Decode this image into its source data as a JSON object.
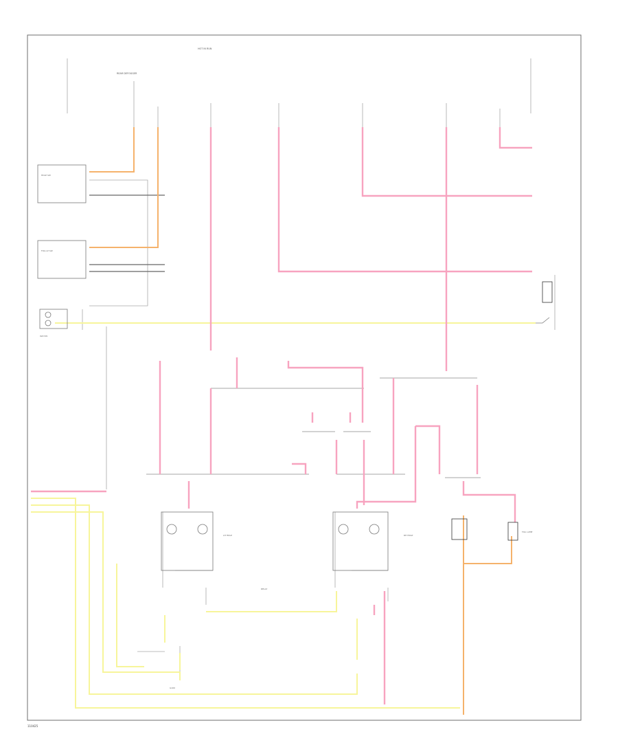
{
  "colors": {
    "pink": "#f7a3bf",
    "orange": "#f5b26b",
    "yellow": "#f7f59a",
    "gray": "#9a9a9a",
    "border": "#555555"
  },
  "labels": {
    "fuse_top": "HOT IN RUN",
    "rear_defog": "REAR DEFOGGER",
    "sw_panel_top": "HDLP SW",
    "sw_panel_bottom": "FOG LP SW",
    "ign_sw": "IGN SW",
    "hdlp_left": "LH HDLP",
    "hdlp_right": "RH HDLP",
    "rel": "RELAY",
    "gnd": "G100",
    "tail_lamp": "TAIL LAMP",
    "footer": "110425"
  }
}
